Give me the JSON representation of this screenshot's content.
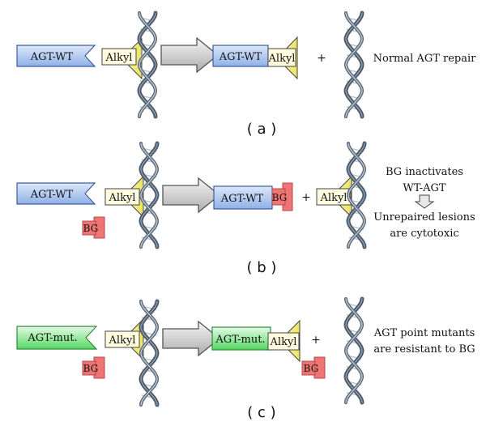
{
  "panels": [
    {
      "id": "a",
      "label": "( a )",
      "left_protein": "AGT-WT",
      "left_alkyl": "Alkyl",
      "right_protein": "AGT-WT",
      "right_alkyl": "Alkyl",
      "plus": "+",
      "note_lines": [
        "Normal AGT repair"
      ]
    },
    {
      "id": "b",
      "label": "( b )",
      "left_protein": "AGT-WT",
      "left_alkyl": "Alkyl",
      "left_bg": "BG",
      "right_protein": "AGT-WT",
      "right_bg": "BG",
      "plus": "+",
      "right_alkyl": "Alkyl",
      "note_top_lines": [
        "BG inactivates",
        "WT-AGT"
      ],
      "note_bottom_lines": [
        "Unrepaired lesions",
        "are cytotoxic"
      ]
    },
    {
      "id": "c",
      "label": "( c )",
      "left_protein": "AGT-mut.",
      "left_alkyl": "Alkyl",
      "left_bg": "BG",
      "right_protein": "AGT-mut.",
      "right_alkyl": "Alkyl",
      "plus": "+",
      "right_bg": "BG",
      "note_lines": [
        "AGT point mutants",
        "are resistant to BG"
      ]
    }
  ],
  "colors": {
    "wt_fill_top": "#dce8fb",
    "wt_fill_bottom": "#8fb0e6",
    "wt_stroke": "#3d5d9e",
    "mut_fill_top": "#ddfadd",
    "mut_fill_bottom": "#5ede6a",
    "mut_stroke": "#2f8a3a",
    "alkyl_fill": "#f5f29a",
    "bg_fill": "#ef7474",
    "bg_stroke": "#b84848",
    "arrow_top": "#f4f4f4",
    "arrow_bottom": "#b2b2b2",
    "dna_dark": "#4b5a6b",
    "dna_light": "#bcc6d0"
  }
}
